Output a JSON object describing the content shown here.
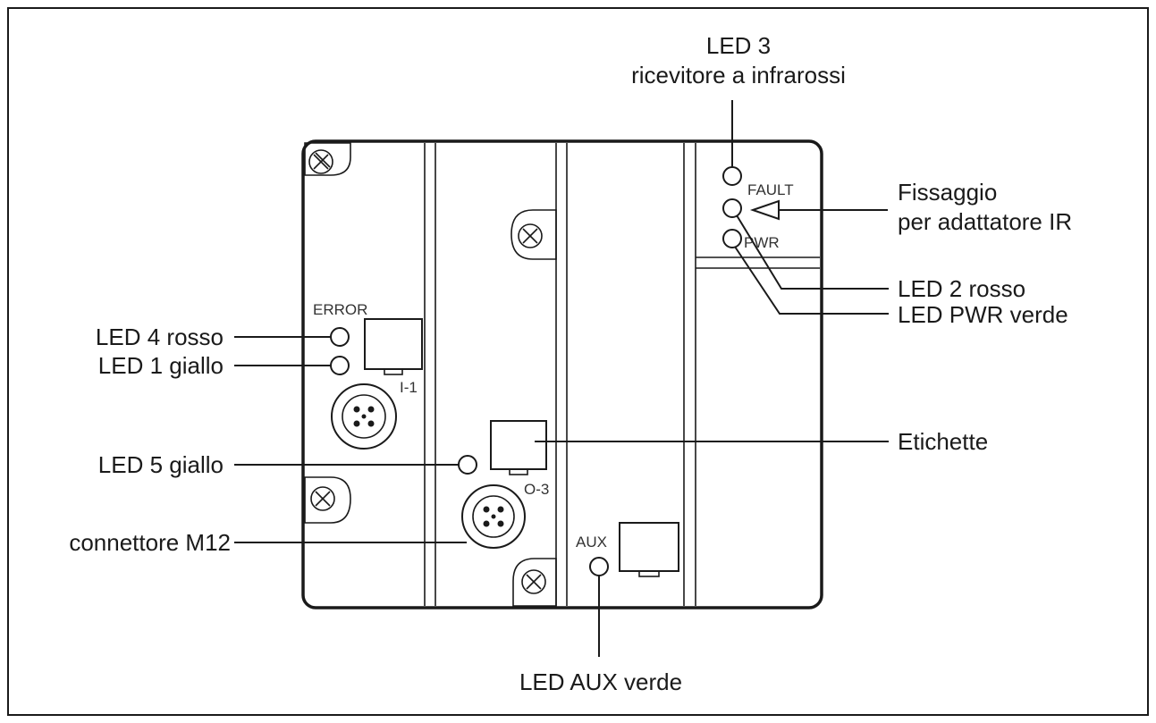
{
  "callouts": {
    "led3_line1": "LED 3",
    "led3_line2": "ricevitore a infrarossi",
    "fissaggio_line1": "Fissaggio",
    "fissaggio_line2": "per adattatore IR",
    "led2": "LED 2 rosso",
    "led_pwr": "LED PWR verde",
    "led4": "LED 4 rosso",
    "led1": "LED 1 giallo",
    "etichette": "Etichette",
    "led5": "LED 5 giallo",
    "connettore": "connettore M12",
    "led_aux": "LED AUX verde"
  },
  "device_marks": {
    "fault": "FAULT",
    "pwr": "PWR",
    "error": "ERROR",
    "input_port": "I-1",
    "output_port": "O-3",
    "aux": "AUX"
  }
}
